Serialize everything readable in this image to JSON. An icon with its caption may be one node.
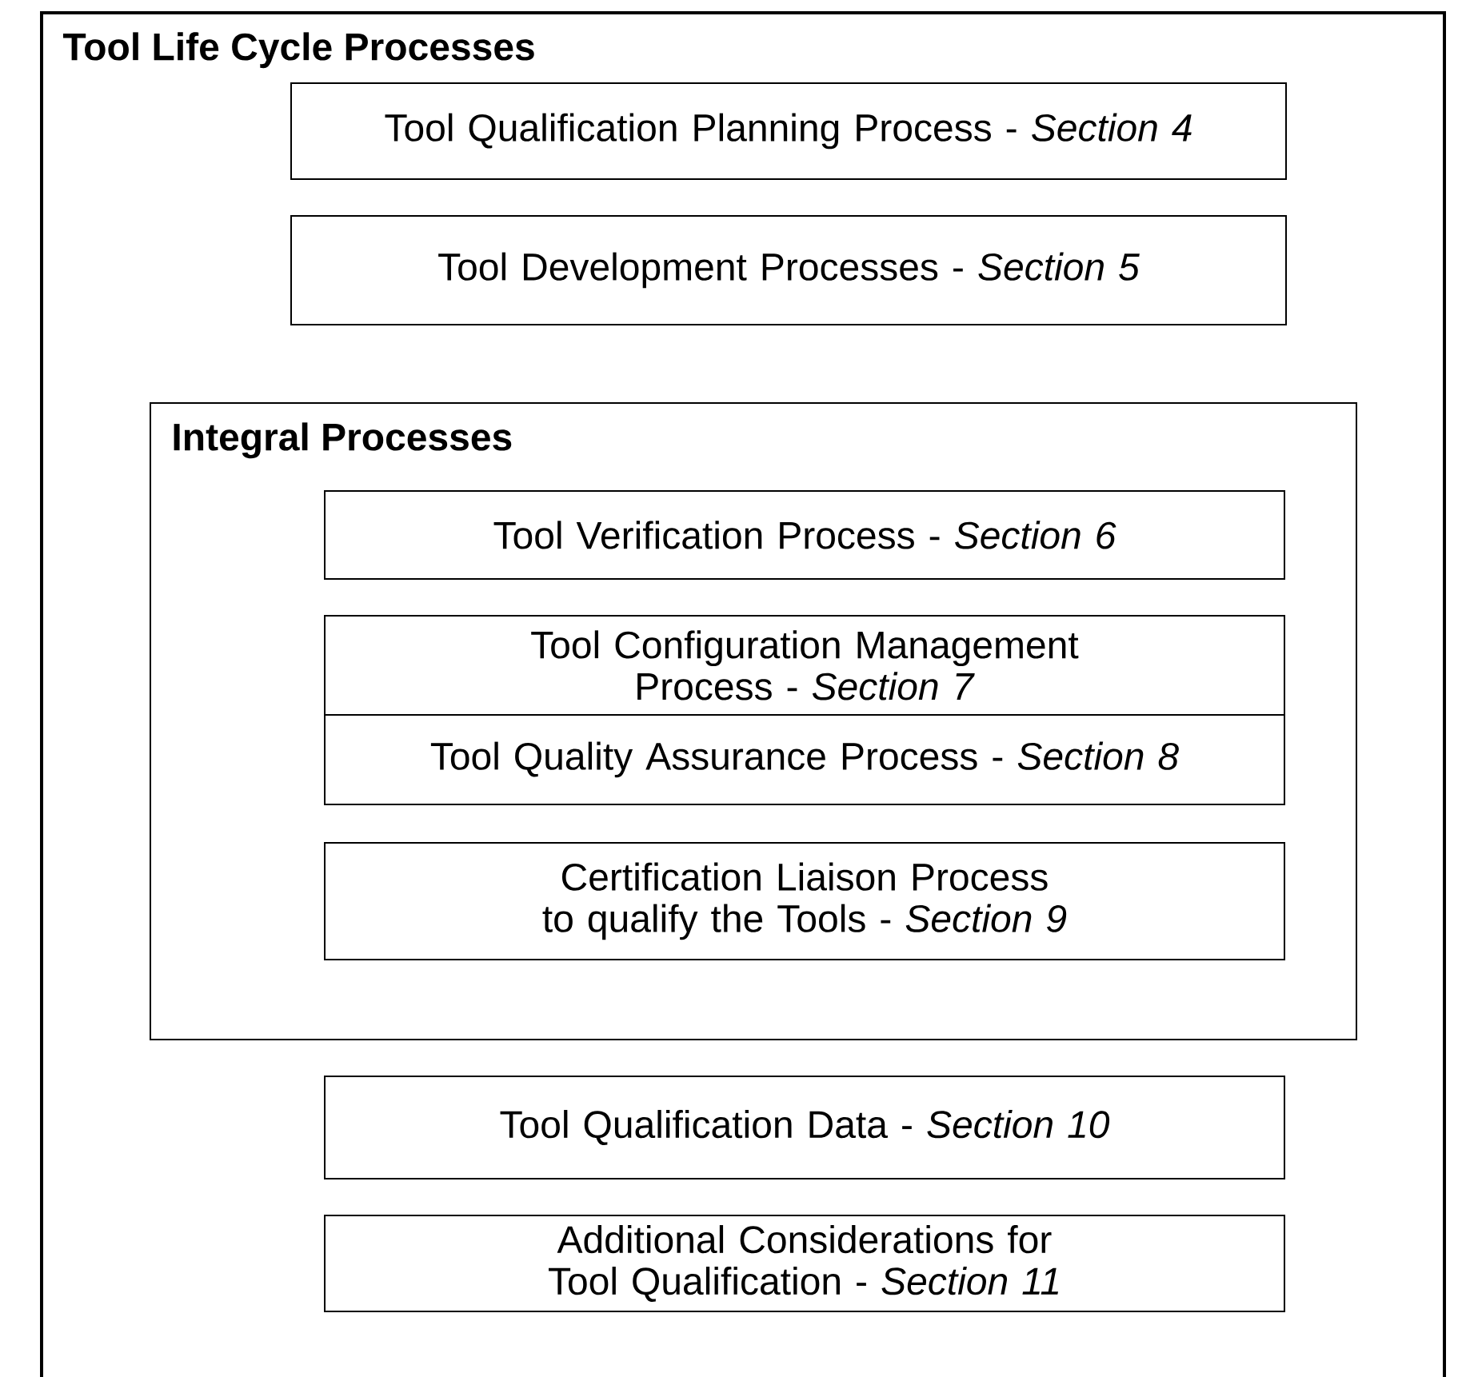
{
  "diagram": {
    "nodes": [
      {
        "text": [
          "Tool Life Cycle Processes"
        ]
      },
      {
        "text": [
          "Tool Qualification Planning Process - *Section 4*"
        ],
        "in": 0
      },
      {
        "text": [
          "Tool Development Processes - *Section 5*"
        ],
        "in": 0
      },
      {
        "text": [
          "Integral Processes"
        ],
        "in": 0
      },
      {
        "text": [
          "Tool Verification Process - *Section 6*"
        ],
        "in": 3
      },
      {
        "text": [
          "Tool Configuration Management Process - *Section 7*"
        ],
        "in": 3
      },
      {
        "text": [
          "Tool Quality Assurance Process - *Section 8*"
        ],
        "in": 3
      },
      {
        "text": [
          "Certification Liaison Process to qualify the Tools - *Section 9*"
        ],
        "in": 3
      },
      {
        "text": [
          "Tool Qualification Data - *Section 10*"
        ],
        "in": 0
      },
      {
        "text": [
          "Additional Considerations for Tool Qualification - *Section 11*"
        ],
        "in": 0
      }
    ]
  }
}
